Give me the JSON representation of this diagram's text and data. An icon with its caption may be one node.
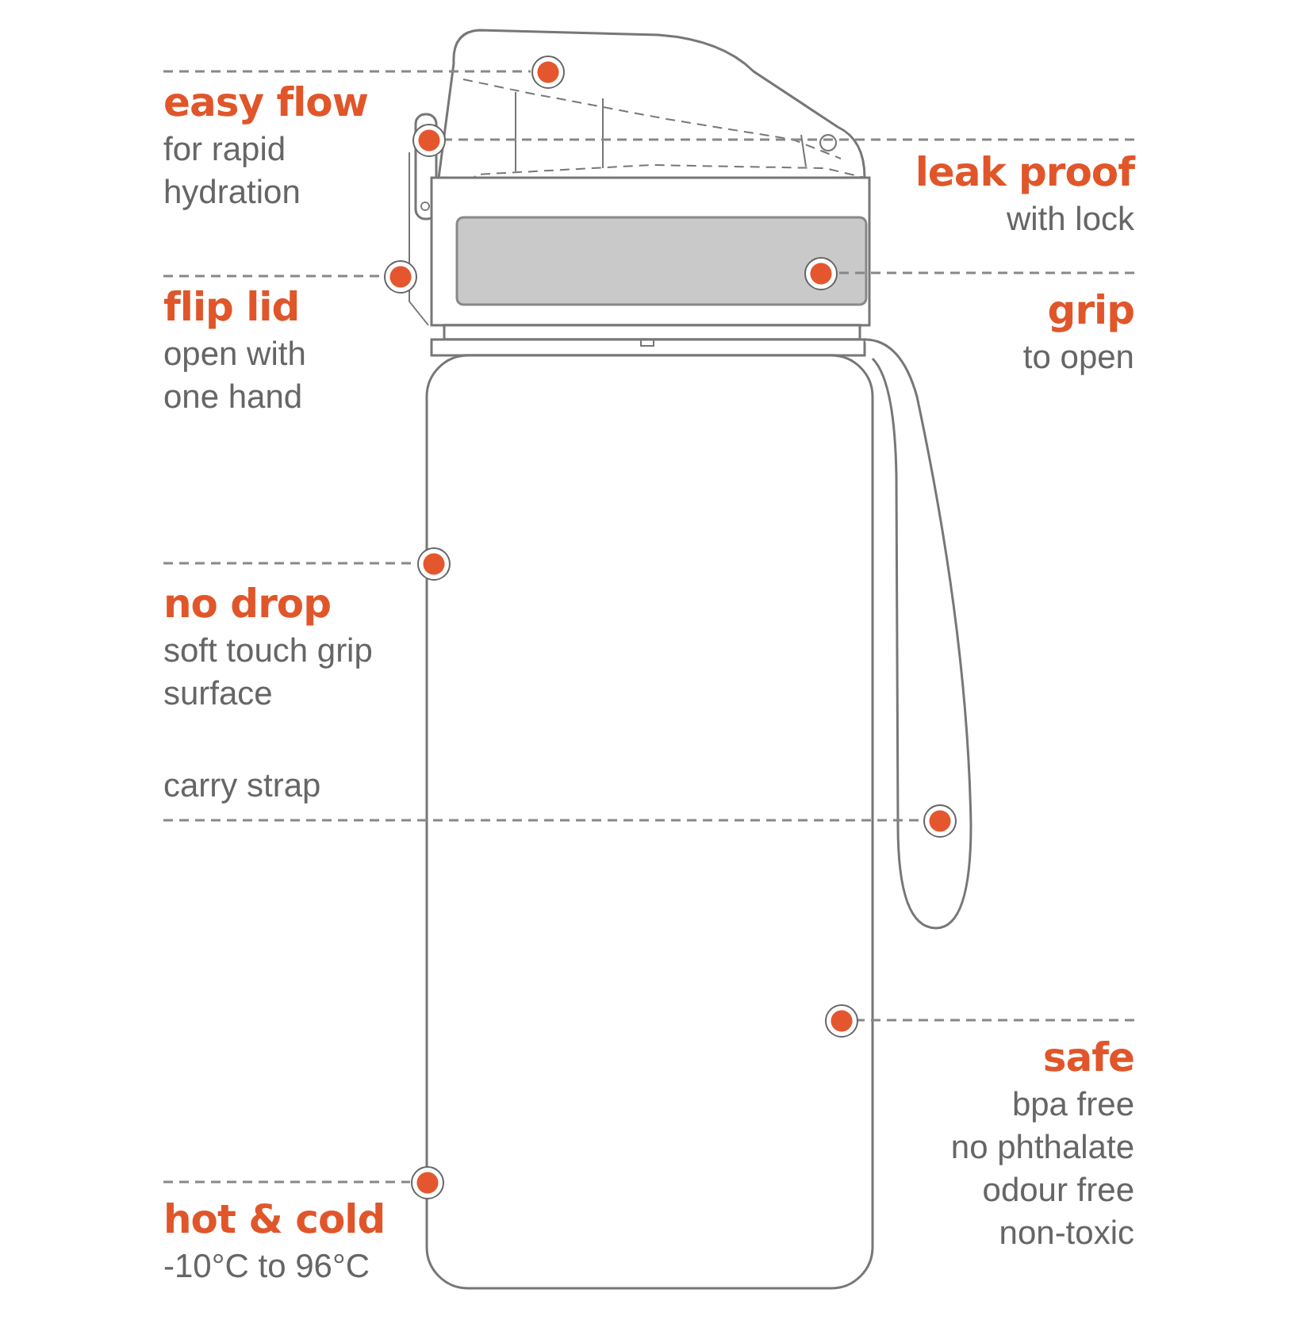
{
  "diagram": {
    "nodes": [
      {
        "text": [
          "easy flow",
          "for rapid hydration"
        ]
      },
      {
        "text": [
          "leak proof",
          "with lock"
        ]
      },
      {
        "text": [
          "flip lid",
          "open with one hand"
        ]
      },
      {
        "text": [
          "grip",
          "to open"
        ]
      },
      {
        "text": [
          "no drop",
          "soft touch grip surface"
        ]
      },
      {
        "text": [
          "carry strap"
        ]
      },
      {
        "text": [
          "safe",
          "bpa free",
          "no phthalate",
          "odour free",
          "non-toxic"
        ]
      },
      {
        "text": [
          "hot & cold",
          "-10°C to 96°C"
        ]
      },
      {
        "text": [],
        "shape": "circle"
      },
      {
        "text": [],
        "shape": "circle"
      },
      {
        "text": [],
        "shape": "circle"
      },
      {
        "text": [],
        "shape": "circle"
      },
      {
        "text": [],
        "shape": "circle"
      },
      {
        "text": [],
        "shape": "circle"
      },
      {
        "text": [],
        "shape": "circle"
      },
      {
        "text": [],
        "shape": "circle"
      }
    ],
    "edges": [
      {
        "from": 0,
        "to": 8,
        "arrow": "none"
      },
      {
        "from": 1,
        "to": 9,
        "arrow": "none"
      },
      {
        "from": 2,
        "to": 10,
        "arrow": "none"
      },
      {
        "from": 3,
        "to": 11,
        "arrow": "none"
      },
      {
        "from": 4,
        "to": 12,
        "arrow": "none"
      },
      {
        "from": 5,
        "to": 13,
        "arrow": "none"
      },
      {
        "from": 6,
        "to": 14,
        "arrow": "none"
      },
      {
        "from": 7,
        "to": 15,
        "arrow": "none"
      }
    ]
  }
}
